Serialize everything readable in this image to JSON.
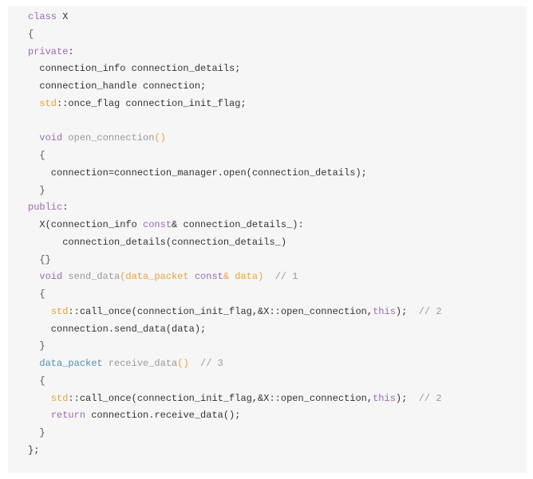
{
  "colors": {
    "background": "#f6f6f6",
    "keyword": "#9a6bb0",
    "type": "#4f8fb4",
    "paren": "#e8a23a",
    "comment": "#9a9a9a",
    "plain": "#333333"
  },
  "code": {
    "lines": [
      [
        {
          "t": "class",
          "k": "kw"
        },
        {
          "t": " X",
          "k": "plain"
        }
      ],
      [
        {
          "t": "{",
          "k": "punct"
        }
      ],
      [
        {
          "t": "private",
          "k": "kw"
        },
        {
          "t": ":",
          "k": "plain"
        }
      ],
      [
        {
          "t": "  connection_info connection_details;",
          "k": "plain"
        }
      ],
      [
        {
          "t": "  connection_handle connection;",
          "k": "plain"
        }
      ],
      [
        {
          "t": "  ",
          "k": "plain"
        },
        {
          "t": "std",
          "k": "paren"
        },
        {
          "t": "::once_flag connection_init_flag;",
          "k": "plain"
        }
      ],
      [],
      [
        {
          "t": "  ",
          "k": "plain"
        },
        {
          "t": "void",
          "k": "kw"
        },
        {
          "t": " open_connection",
          "k": "def"
        },
        {
          "t": "()",
          "k": "paren"
        }
      ],
      [
        {
          "t": "  {",
          "k": "punct"
        }
      ],
      [
        {
          "t": "    connection=connection_manager.open(connection_details);",
          "k": "plain"
        }
      ],
      [
        {
          "t": "  }",
          "k": "punct"
        }
      ],
      [
        {
          "t": "public",
          "k": "kw"
        },
        {
          "t": ":",
          "k": "plain"
        }
      ],
      [
        {
          "t": "  X(connection_info ",
          "k": "plain"
        },
        {
          "t": "const",
          "k": "kw"
        },
        {
          "t": "& connection_details_):",
          "k": "plain"
        }
      ],
      [
        {
          "t": "      connection_details(connection_details_)",
          "k": "plain"
        }
      ],
      [
        {
          "t": "  {}",
          "k": "punct"
        }
      ],
      [
        {
          "t": "  ",
          "k": "plain"
        },
        {
          "t": "void",
          "k": "kw"
        },
        {
          "t": " send_data",
          "k": "def"
        },
        {
          "t": "(data_packet ",
          "k": "param"
        },
        {
          "t": "const",
          "k": "kw"
        },
        {
          "t": "& data)",
          "k": "param"
        },
        {
          "t": "  // 1",
          "k": "comment"
        }
      ],
      [
        {
          "t": "  {",
          "k": "punct"
        }
      ],
      [
        {
          "t": "    ",
          "k": "plain"
        },
        {
          "t": "std",
          "k": "paren"
        },
        {
          "t": "::call_once(connection_init_flag,&X::open_connection,",
          "k": "plain"
        },
        {
          "t": "this",
          "k": "kw"
        },
        {
          "t": ");",
          "k": "plain"
        },
        {
          "t": "  // 2",
          "k": "comment"
        }
      ],
      [
        {
          "t": "    connection.send_data(data);",
          "k": "plain"
        }
      ],
      [
        {
          "t": "  }",
          "k": "punct"
        }
      ],
      [
        {
          "t": "  ",
          "k": "plain"
        },
        {
          "t": "data_packet",
          "k": "type"
        },
        {
          "t": " receive_data",
          "k": "def"
        },
        {
          "t": "()",
          "k": "paren"
        },
        {
          "t": "  // 3",
          "k": "comment"
        }
      ],
      [
        {
          "t": "  {",
          "k": "punct"
        }
      ],
      [
        {
          "t": "    ",
          "k": "plain"
        },
        {
          "t": "std",
          "k": "paren"
        },
        {
          "t": "::call_once(connection_init_flag,&X::open_connection,",
          "k": "plain"
        },
        {
          "t": "this",
          "k": "kw"
        },
        {
          "t": ");",
          "k": "plain"
        },
        {
          "t": "  // 2",
          "k": "comment"
        }
      ],
      [
        {
          "t": "    ",
          "k": "plain"
        },
        {
          "t": "return",
          "k": "kw"
        },
        {
          "t": " connection.receive_data();",
          "k": "plain"
        }
      ],
      [
        {
          "t": "  }",
          "k": "punct"
        }
      ],
      [
        {
          "t": "};",
          "k": "plain"
        }
      ]
    ]
  }
}
